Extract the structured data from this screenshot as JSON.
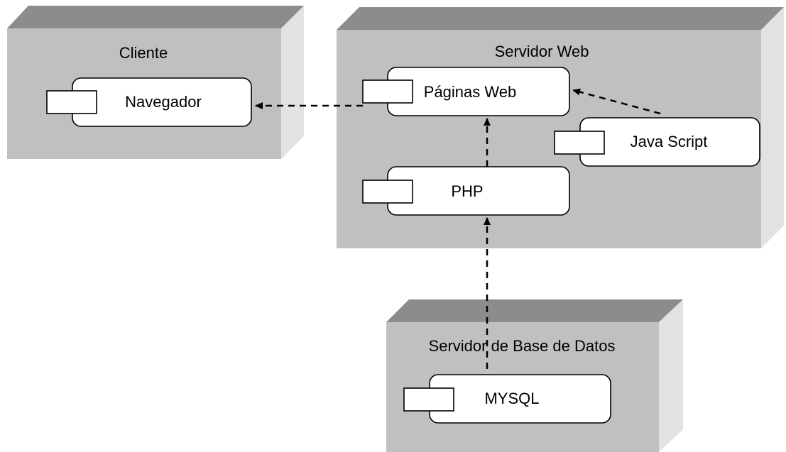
{
  "nodes": {
    "cliente": {
      "label": "Cliente"
    },
    "servidor_web": {
      "label": "Servidor Web"
    },
    "servidor_bd": {
      "label": "Servidor de Base de Datos"
    }
  },
  "components": {
    "navegador": {
      "label": "Navegador"
    },
    "paginas_web": {
      "label": "Páginas Web"
    },
    "javascript": {
      "label": "Java Script"
    },
    "php": {
      "label": "PHP"
    },
    "mysql": {
      "label": "MYSQL"
    }
  },
  "colors": {
    "node_front": "#c0c0c0",
    "node_top": "#8c8c8c",
    "node_side": "#e2e2e2",
    "component_fill": "#ffffff",
    "stroke": "#000000"
  }
}
